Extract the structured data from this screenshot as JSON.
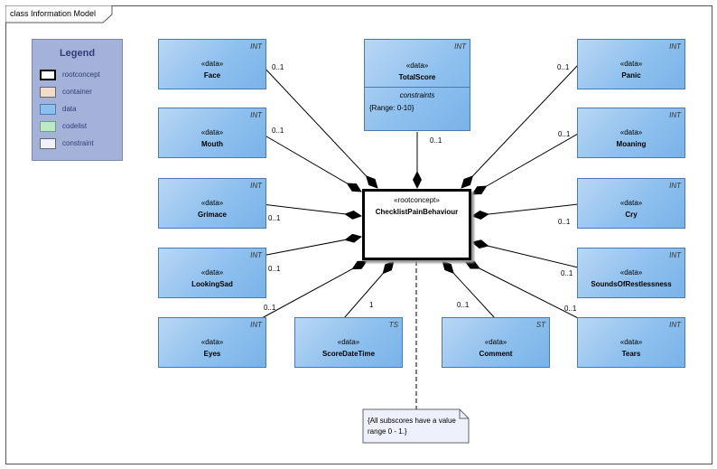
{
  "frame": {
    "title": "class Information Model"
  },
  "legend": {
    "title": "Legend",
    "items": [
      {
        "label": "rootconcept",
        "color": "#ffffff",
        "border": "#000000"
      },
      {
        "label": "container",
        "color": "#f5dcc8",
        "border": "#888888"
      },
      {
        "label": "data",
        "color": "#8ec0ee",
        "border": "#4a7ab0"
      },
      {
        "label": "codelist",
        "color": "#bfe8c8",
        "border": "#6aa37a"
      },
      {
        "label": "constraint",
        "color": "#eef0fb",
        "border": "#888888"
      }
    ]
  },
  "root": {
    "stereotype": "«rootconcept»",
    "name": "ChecklistPainBehaviour"
  },
  "classes": {
    "face": {
      "type": "INT",
      "stereotype": "«data»",
      "name": "Face",
      "mult": "0..1"
    },
    "mouth": {
      "type": "INT",
      "stereotype": "«data»",
      "name": "Mouth",
      "mult": "0..1"
    },
    "grimace": {
      "type": "INT",
      "stereotype": "«data»",
      "name": "Grimace",
      "mult": "0..1"
    },
    "lookingsad": {
      "type": "INT",
      "stereotype": "«data»",
      "name": "LookingSad",
      "mult": "0..1"
    },
    "eyes": {
      "type": "INT",
      "stereotype": "«data»",
      "name": "Eyes",
      "mult": "0..1"
    },
    "scoredatetime": {
      "type": "TS",
      "stereotype": "«data»",
      "name": "ScoreDateTime",
      "mult": "1"
    },
    "comment": {
      "type": "ST",
      "stereotype": "«data»",
      "name": "Comment",
      "mult": "0..1"
    },
    "tears": {
      "type": "INT",
      "stereotype": "«data»",
      "name": "Tears",
      "mult": "0..1"
    },
    "soundsofrestlessness": {
      "type": "INT",
      "stereotype": "«data»",
      "name": "SoundsOfRestlessness",
      "mult": "0..1"
    },
    "cry": {
      "type": "INT",
      "stereotype": "«data»",
      "name": "Cry",
      "mult": "0..1"
    },
    "moaning": {
      "type": "INT",
      "stereotype": "«data»",
      "name": "Moaning",
      "mult": "0..1"
    },
    "panic": {
      "type": "INT",
      "stereotype": "«data»",
      "name": "Panic",
      "mult": "0..1"
    },
    "totalscore": {
      "type": "INT",
      "stereotype": "«data»",
      "name": "TotalScore",
      "mult": "0..1",
      "constraints_label": "constraints",
      "constraint": "{Range: 0-10}"
    }
  },
  "note": {
    "text": "{All subscores have a value range 0 - 1.}"
  }
}
